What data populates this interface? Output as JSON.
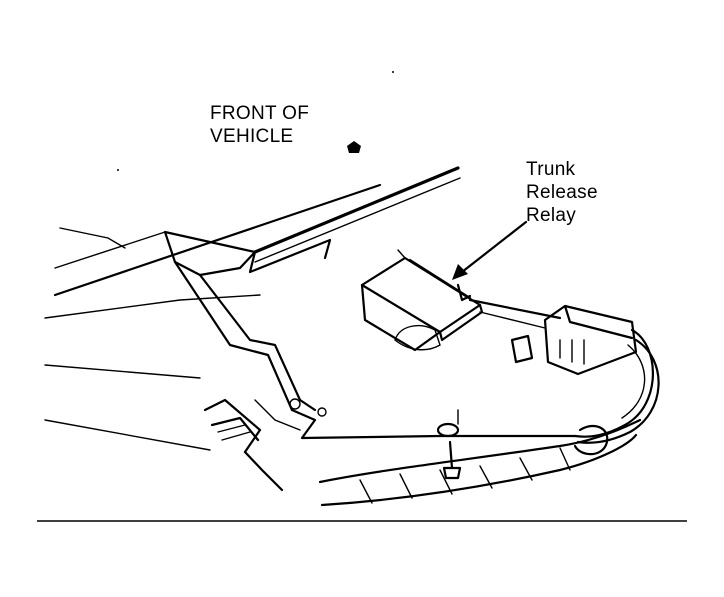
{
  "labels": {
    "front_line1": "FRONT OF",
    "front_line2": "VEHICLE",
    "relay_line1": "Trunk",
    "relay_line2": "Release",
    "relay_line3": "Relay"
  },
  "icons": {
    "direction_marker": "pentagon-arrow-icon",
    "leader_arrow": "arrow-icon"
  },
  "colors": {
    "ink": "#000000",
    "paper": "#ffffff"
  }
}
